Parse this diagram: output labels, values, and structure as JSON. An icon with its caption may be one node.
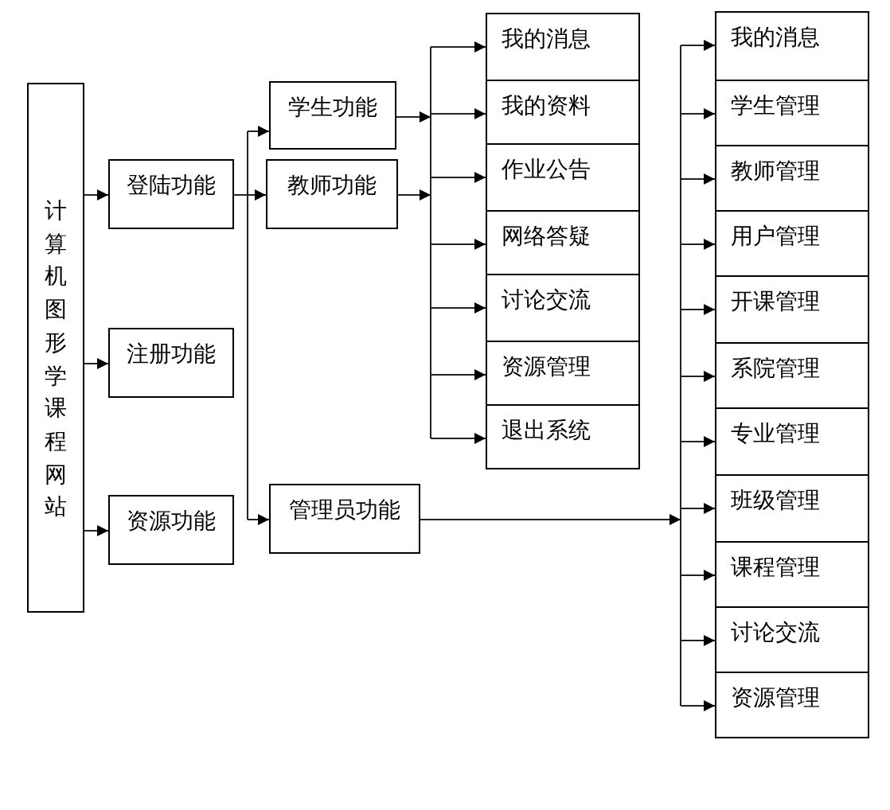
{
  "diagram": {
    "nodes": [
      {
        "text": [
          "计算机图形学课程网站"
        ]
      },
      {
        "text": [
          "登陆功能"
        ]
      },
      {
        "text": [
          "注册功能"
        ]
      },
      {
        "text": [
          "资源功能"
        ]
      },
      {
        "text": [
          "学生功能"
        ]
      },
      {
        "text": [
          "教师功能"
        ]
      },
      {
        "text": [
          "管理员功能"
        ]
      },
      {
        "text": [
          "我的消息"
        ]
      },
      {
        "text": [
          "我的资料"
        ]
      },
      {
        "text": [
          "作业公告"
        ]
      },
      {
        "text": [
          "网络答疑"
        ]
      },
      {
        "text": [
          "讨论交流"
        ]
      },
      {
        "text": [
          "资源管理"
        ]
      },
      {
        "text": [
          "退出系统"
        ]
      },
      {
        "text": [
          "我的消息"
        ]
      },
      {
        "text": [
          "学生管理"
        ]
      },
      {
        "text": [
          "教师管理"
        ]
      },
      {
        "text": [
          "用户管理"
        ]
      },
      {
        "text": [
          "开课管理"
        ]
      },
      {
        "text": [
          "系院管理"
        ]
      },
      {
        "text": [
          "专业管理"
        ]
      },
      {
        "text": [
          "班级管理"
        ]
      },
      {
        "text": [
          "课程管理"
        ]
      },
      {
        "text": [
          "讨论交流"
        ]
      },
      {
        "text": [
          "资源管理"
        ]
      }
    ],
    "edges": [
      {
        "from": 0,
        "to": 1,
        "arrow": "to"
      },
      {
        "from": 0,
        "to": 2,
        "arrow": "to"
      },
      {
        "from": 0,
        "to": 3,
        "arrow": "to"
      },
      {
        "from": 1,
        "to": 4,
        "arrow": "to"
      },
      {
        "from": 1,
        "to": 5,
        "arrow": "to"
      },
      {
        "from": 1,
        "to": 6,
        "arrow": "to"
      },
      {
        "from": 4,
        "to": 7,
        "arrow": "to"
      },
      {
        "from": 4,
        "to": 8,
        "arrow": "to"
      },
      {
        "from": 4,
        "to": 9,
        "arrow": "to"
      },
      {
        "from": 4,
        "to": 10,
        "arrow": "to"
      },
      {
        "from": 4,
        "to": 11,
        "arrow": "to"
      },
      {
        "from": 4,
        "to": 12,
        "arrow": "to"
      },
      {
        "from": 4,
        "to": 13,
        "arrow": "to"
      },
      {
        "from": 5,
        "to": 7,
        "arrow": "to"
      },
      {
        "from": 5,
        "to": 8,
        "arrow": "to"
      },
      {
        "from": 5,
        "to": 9,
        "arrow": "to"
      },
      {
        "from": 5,
        "to": 10,
        "arrow": "to"
      },
      {
        "from": 5,
        "to": 11,
        "arrow": "to"
      },
      {
        "from": 5,
        "to": 12,
        "arrow": "to"
      },
      {
        "from": 5,
        "to": 13,
        "arrow": "to"
      },
      {
        "from": 6,
        "to": 14,
        "arrow": "to"
      },
      {
        "from": 6,
        "to": 15,
        "arrow": "to"
      },
      {
        "from": 6,
        "to": 16,
        "arrow": "to"
      },
      {
        "from": 6,
        "to": 17,
        "arrow": "to"
      },
      {
        "from": 6,
        "to": 18,
        "arrow": "to"
      },
      {
        "from": 6,
        "to": 19,
        "arrow": "to"
      },
      {
        "from": 6,
        "to": 20,
        "arrow": "to"
      },
      {
        "from": 6,
        "to": 21,
        "arrow": "to"
      },
      {
        "from": 6,
        "to": 22,
        "arrow": "to"
      },
      {
        "from": 6,
        "to": 23,
        "arrow": "to"
      },
      {
        "from": 6,
        "to": 24,
        "arrow": "to"
      }
    ]
  }
}
